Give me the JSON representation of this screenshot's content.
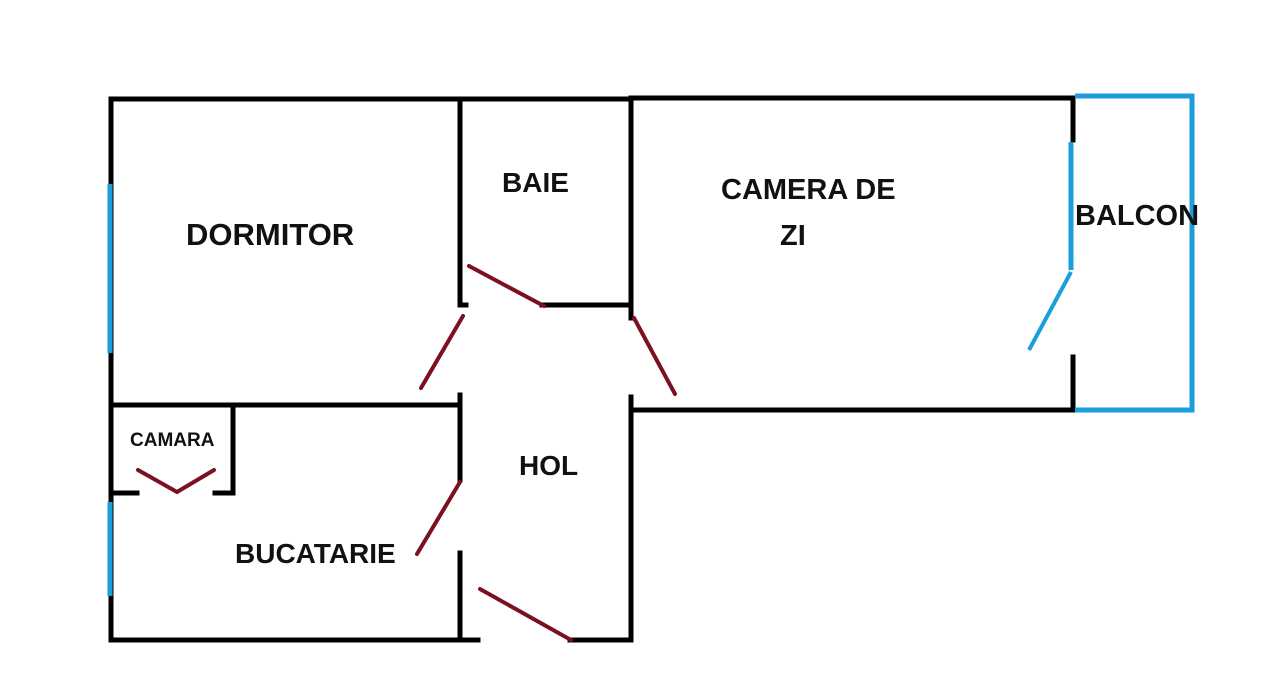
{
  "colors": {
    "wall": "#000000",
    "window": "#1a9fdb",
    "door": "#7a1020",
    "background": "#ffffff"
  },
  "rooms": {
    "dormitor": "DORMITOR",
    "baie": "BAIE",
    "camera_line1": "CAMERA DE",
    "camera_line2": "ZI",
    "balcon": "BALCON",
    "camara": "CAMARA",
    "hol": "HOL",
    "bucatarie": "BUCATARIE"
  }
}
